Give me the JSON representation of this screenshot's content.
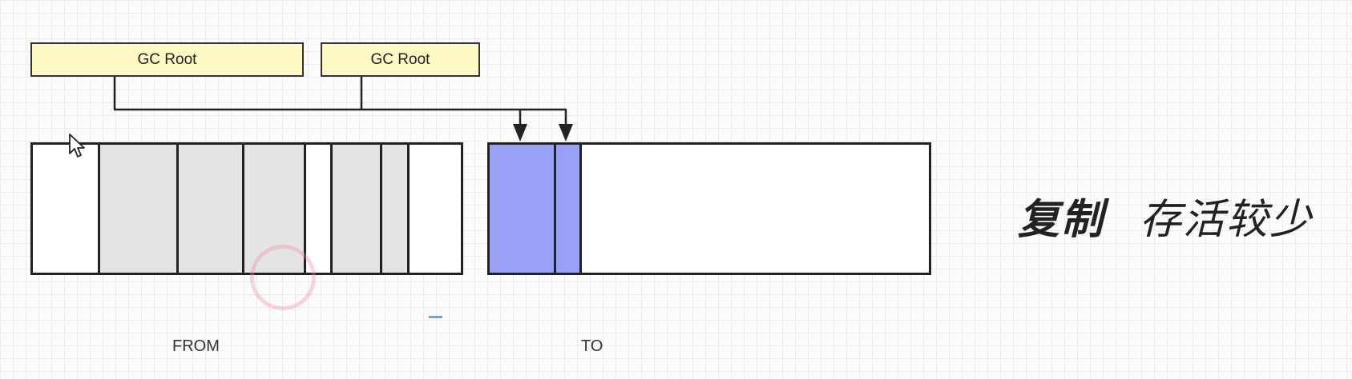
{
  "gc_roots": [
    {
      "label": "GC Root"
    },
    {
      "label": "GC Root"
    }
  ],
  "regions": {
    "from": {
      "label": "FROM"
    },
    "to": {
      "label": "TO"
    }
  },
  "slogan": {
    "algorithm": "复制",
    "condition": "存活较少"
  },
  "colors": {
    "gc_root_fill": "#fdf8c4",
    "live_object": "#9aa0f5",
    "garbage_object": "#e4e4e4",
    "outline": "#222222"
  },
  "icons": [
    "mouse-pointer-icon",
    "click-indicator-icon",
    "arrow-down-icon"
  ]
}
